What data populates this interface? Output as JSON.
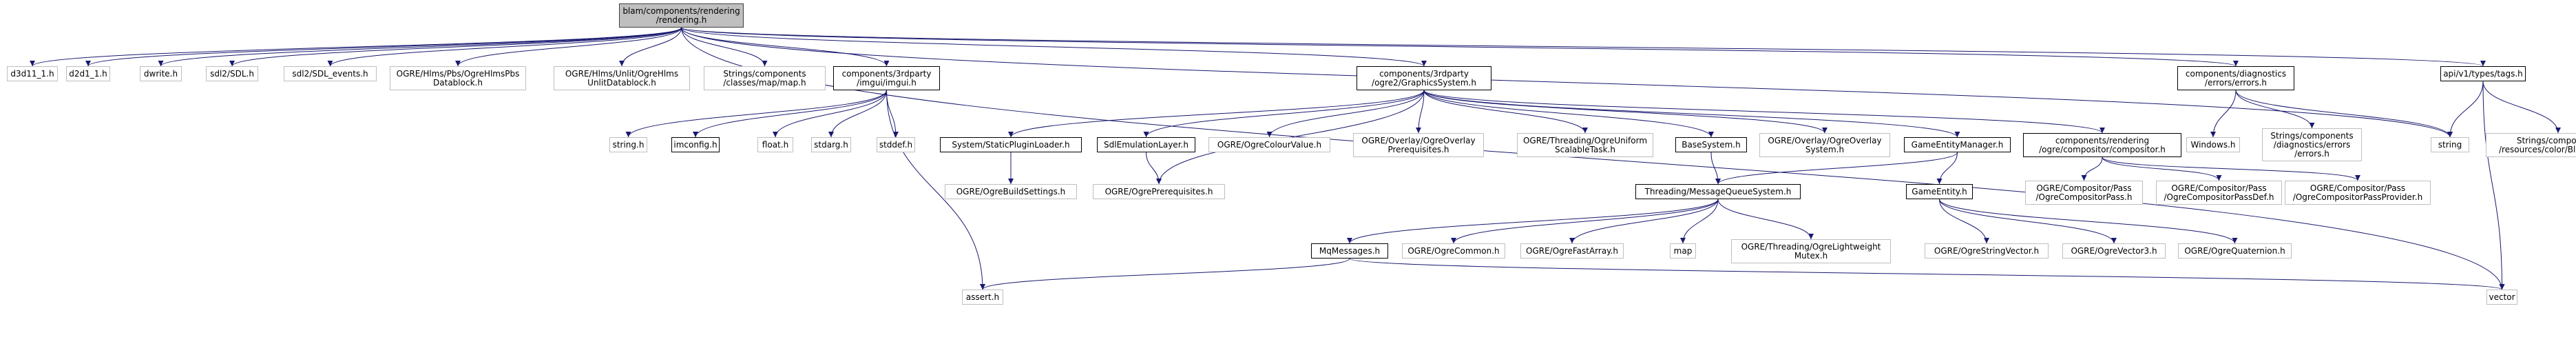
{
  "diagram": {
    "edge_color": "#191970",
    "nodes": [
      {
        "id": "root",
        "label": "blam/components/rendering\n/rendering.h",
        "kind": "root"
      },
      {
        "id": "d3d11",
        "label": "d3d11_1.h",
        "kind": "ext"
      },
      {
        "id": "d2d1",
        "label": "d2d1_1.h",
        "kind": "ext"
      },
      {
        "id": "dwrite",
        "label": "dwrite.h",
        "kind": "ext"
      },
      {
        "id": "sdl2",
        "label": "sdl2/SDL.h",
        "kind": "ext"
      },
      {
        "id": "sdlev",
        "label": "sdl2/SDL_events.h",
        "kind": "ext"
      },
      {
        "id": "pbs",
        "label": "OGRE/Hlms/Pbs/OgreHlmsPbs\nDatablock.h",
        "kind": "ext"
      },
      {
        "id": "unlit",
        "label": "OGRE/Hlms/Unlit/OgreHlms\nUnlitDatablock.h",
        "kind": "ext"
      },
      {
        "id": "strmap",
        "label": "Strings/components\n/classes/map/map.h",
        "kind": "ext"
      },
      {
        "id": "imgui",
        "label": "components/3rdparty\n/imgui/imgui.h",
        "kind": "doc"
      },
      {
        "id": "gfxsys",
        "label": "components/3rdparty\n/ogre2/GraphicsSystem.h",
        "kind": "doc"
      },
      {
        "id": "diag",
        "label": "components/diagnostics\n/errors/errors.h",
        "kind": "doc"
      },
      {
        "id": "tags",
        "label": "api/v1/types/tags.h",
        "kind": "doc"
      },
      {
        "id": "string_i",
        "label": "string.h",
        "kind": "ext"
      },
      {
        "id": "imconfig",
        "label": "imconfig.h",
        "kind": "doc"
      },
      {
        "id": "float",
        "label": "float.h",
        "kind": "ext"
      },
      {
        "id": "stdarg",
        "label": "stdarg.h",
        "kind": "ext"
      },
      {
        "id": "stddef",
        "label": "stddef.h",
        "kind": "ext"
      },
      {
        "id": "spl",
        "label": "System/StaticPluginLoader.h",
        "kind": "doc"
      },
      {
        "id": "sdlemu",
        "label": "SdlEmulationLayer.h",
        "kind": "doc"
      },
      {
        "id": "colour",
        "label": "OGRE/OgreColourValue.h",
        "kind": "ext"
      },
      {
        "id": "ovprereq",
        "label": "OGRE/Overlay/OgreOverlay\nPrerequisites.h",
        "kind": "ext"
      },
      {
        "id": "uniform",
        "label": "OGRE/Threading/OgreUniform\nScalableTask.h",
        "kind": "ext"
      },
      {
        "id": "bsys",
        "label": "BaseSystem.h",
        "kind": "doc"
      },
      {
        "id": "ovsys",
        "label": "OGRE/Overlay/OgreOverlay\nSystem.h",
        "kind": "ext"
      },
      {
        "id": "gem",
        "label": "GameEntityManager.h",
        "kind": "doc"
      },
      {
        "id": "compositor",
        "label": "components/rendering\n/ogre/compositor/compositor.h",
        "kind": "doc"
      },
      {
        "id": "windows",
        "label": "Windows.h",
        "kind": "ext"
      },
      {
        "id": "strerr",
        "label": "Strings/components\n/diagnostics/errors\n/errors.h",
        "kind": "ext"
      },
      {
        "id": "string",
        "label": "string",
        "kind": "ext"
      },
      {
        "id": "blamcolor",
        "label": "Strings/components\n/resources/color/BlamColor.h",
        "kind": "ext"
      },
      {
        "id": "buildset",
        "label": "OGRE/OgreBuildSettings.h",
        "kind": "ext"
      },
      {
        "id": "prereq",
        "label": "OGRE/OgrePrerequisites.h",
        "kind": "ext"
      },
      {
        "id": "mqsys",
        "label": "Threading/MessageQueueSystem.h",
        "kind": "doc"
      },
      {
        "id": "gentity",
        "label": "GameEntity.h",
        "kind": "doc"
      },
      {
        "id": "cpass",
        "label": "OGRE/Compositor/Pass\n/OgreCompositorPass.h",
        "kind": "ext"
      },
      {
        "id": "cpassdef",
        "label": "OGRE/Compositor/Pass\n/OgreCompositorPassDef.h",
        "kind": "ext"
      },
      {
        "id": "cpassprov",
        "label": "OGRE/Compositor/Pass\n/OgreCompositorPassProvider.h",
        "kind": "ext"
      },
      {
        "id": "mqmsg",
        "label": "MqMessages.h",
        "kind": "doc"
      },
      {
        "id": "common",
        "label": "OGRE/OgreCommon.h",
        "kind": "ext"
      },
      {
        "id": "fastarr",
        "label": "OGRE/OgreFastArray.h",
        "kind": "ext"
      },
      {
        "id": "map",
        "label": "map",
        "kind": "ext"
      },
      {
        "id": "lwmutex",
        "label": "OGRE/Threading/OgreLightweight\nMutex.h",
        "kind": "ext"
      },
      {
        "id": "strvec",
        "label": "OGRE/OgreStringVector.h",
        "kind": "ext"
      },
      {
        "id": "vec3",
        "label": "OGRE/OgreVector3.h",
        "kind": "ext"
      },
      {
        "id": "quat",
        "label": "OGRE/OgreQuaternion.h",
        "kind": "ext"
      },
      {
        "id": "assert",
        "label": "assert.h",
        "kind": "ext"
      },
      {
        "id": "vector",
        "label": "vector",
        "kind": "ext"
      }
    ],
    "edges": [
      [
        "root",
        "d3d11"
      ],
      [
        "root",
        "d2d1"
      ],
      [
        "root",
        "dwrite"
      ],
      [
        "root",
        "sdl2"
      ],
      [
        "root",
        "sdlev"
      ],
      [
        "root",
        "pbs"
      ],
      [
        "root",
        "unlit"
      ],
      [
        "root",
        "strmap"
      ],
      [
        "root",
        "imgui"
      ],
      [
        "root",
        "gfxsys"
      ],
      [
        "root",
        "diag"
      ],
      [
        "root",
        "tags"
      ],
      [
        "root",
        "string"
      ],
      [
        "root",
        "vector"
      ],
      [
        "imgui",
        "string_i"
      ],
      [
        "imgui",
        "imconfig"
      ],
      [
        "imgui",
        "float"
      ],
      [
        "imgui",
        "stdarg"
      ],
      [
        "imgui",
        "stddef"
      ],
      [
        "imgui",
        "assert"
      ],
      [
        "gfxsys",
        "spl"
      ],
      [
        "gfxsys",
        "sdlemu"
      ],
      [
        "gfxsys",
        "colour"
      ],
      [
        "gfxsys",
        "ovprereq"
      ],
      [
        "gfxsys",
        "uniform"
      ],
      [
        "gfxsys",
        "bsys"
      ],
      [
        "gfxsys",
        "ovsys"
      ],
      [
        "gfxsys",
        "gem"
      ],
      [
        "gfxsys",
        "compositor"
      ],
      [
        "gfxsys",
        "prereq"
      ],
      [
        "spl",
        "buildset"
      ],
      [
        "sdlemu",
        "prereq"
      ],
      [
        "bsys",
        "mqsys"
      ],
      [
        "gem",
        "mqsys"
      ],
      [
        "gem",
        "gentity"
      ],
      [
        "compositor",
        "cpass"
      ],
      [
        "compositor",
        "cpassdef"
      ],
      [
        "compositor",
        "cpassprov"
      ],
      [
        "diag",
        "windows"
      ],
      [
        "diag",
        "strerr"
      ],
      [
        "diag",
        "string"
      ],
      [
        "tags",
        "string"
      ],
      [
        "tags",
        "blamcolor"
      ],
      [
        "tags",
        "vector"
      ],
      [
        "mqsys",
        "mqmsg"
      ],
      [
        "mqsys",
        "common"
      ],
      [
        "mqsys",
        "fastarr"
      ],
      [
        "mqsys",
        "map"
      ],
      [
        "mqsys",
        "lwmutex"
      ],
      [
        "gentity",
        "strvec"
      ],
      [
        "gentity",
        "vec3"
      ],
      [
        "gentity",
        "quat"
      ],
      [
        "mqmsg",
        "assert"
      ],
      [
        "mqmsg",
        "vector"
      ]
    ]
  }
}
